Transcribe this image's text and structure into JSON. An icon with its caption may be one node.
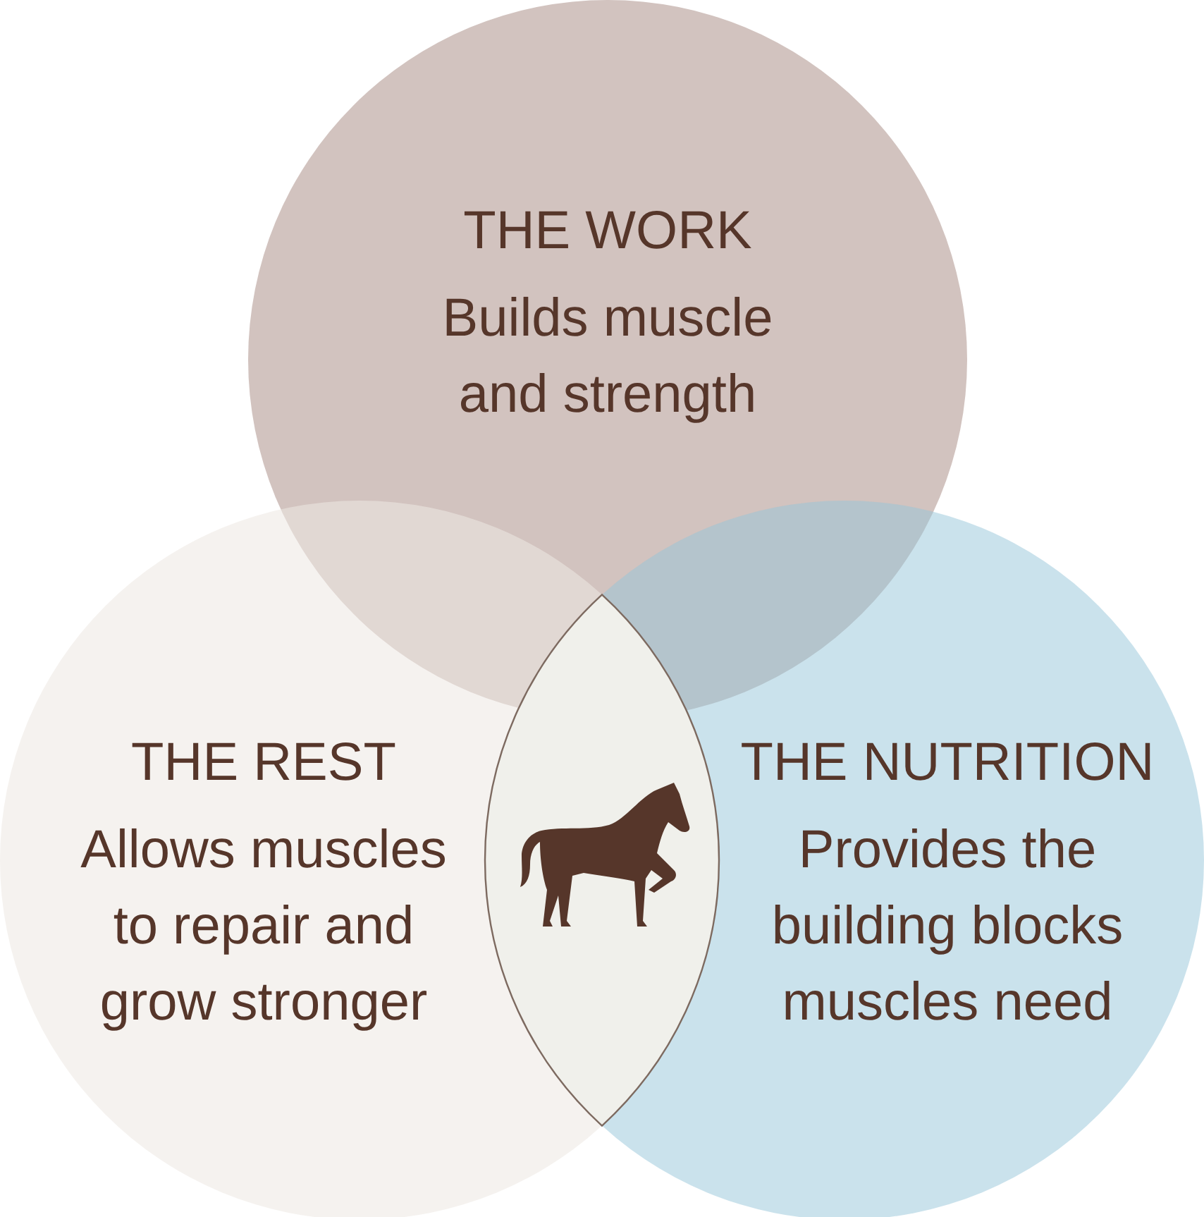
{
  "diagram": {
    "nodes": [
      {
        "text": [
          "THE WORK",
          "Builds muscle and strength"
        ]
      },
      {
        "text": [
          "THE REST",
          "Allows muscles to repair and grow stronger"
        ]
      },
      {
        "text": [
          "THE NUTRITION",
          "Provides the building blocks muscles need"
        ]
      }
    ]
  }
}
